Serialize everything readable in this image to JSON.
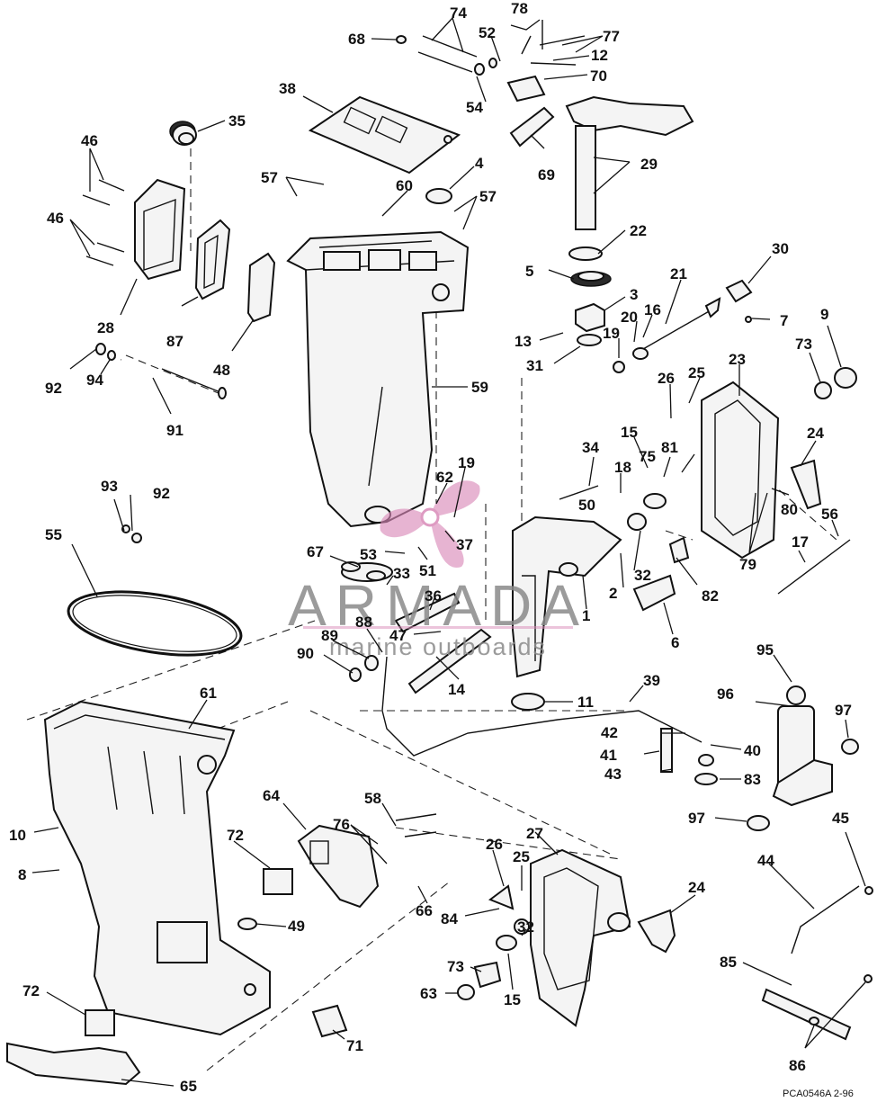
{
  "watermark": {
    "brand": "ARMADA",
    "tagline": "marine outboards",
    "logo_color": "#d98ab8"
  },
  "drawing_code": "PCA0546A   2-96",
  "callouts": {
    "c1": "1",
    "c2": "2",
    "c3": "3",
    "c4": "4",
    "c5": "5",
    "c6": "6",
    "c7": "7",
    "c8": "8",
    "c9": "9",
    "c10": "10",
    "c11": "11",
    "c12": "12",
    "c13": "13",
    "c14": "14",
    "c15a": "15",
    "c15b": "15",
    "c16": "16",
    "c17": "17",
    "c18": "18",
    "c19a": "19",
    "c19b": "19",
    "c20": "20",
    "c21": "21",
    "c22": "22",
    "c23": "23",
    "c24a": "24",
    "c24b": "24",
    "c25a": "25",
    "c25b": "25",
    "c26a": "26",
    "c26b": "26",
    "c27": "27",
    "c28": "28",
    "c29": "29",
    "c30": "30",
    "c31": "31",
    "c32a": "32",
    "c32b": "32",
    "c33": "33",
    "c34": "34",
    "c35": "35",
    "c36": "36",
    "c37": "37",
    "c38": "38",
    "c39": "39",
    "c40": "40",
    "c41": "41",
    "c42": "42",
    "c43": "43",
    "c44": "44",
    "c45": "45",
    "c46a": "46",
    "c46b": "46",
    "c47": "47",
    "c48": "48",
    "c49": "49",
    "c50": "50",
    "c51": "51",
    "c52": "52",
    "c53": "53",
    "c54": "54",
    "c55": "55",
    "c56": "56",
    "c57a": "57",
    "c57b": "57",
    "c58": "58",
    "c59": "59",
    "c60": "60",
    "c61": "61",
    "c62": "62",
    "c63": "63",
    "c64": "64",
    "c65": "65",
    "c66": "66",
    "c67": "67",
    "c68": "68",
    "c69": "69",
    "c70": "70",
    "c71": "71",
    "c72a": "72",
    "c72b": "72",
    "c73a": "73",
    "c73b": "73",
    "c74": "74",
    "c75": "75",
    "c76": "76",
    "c77": "77",
    "c78": "78",
    "c79": "79",
    "c80": "80",
    "c81": "81",
    "c82": "82",
    "c83": "83",
    "c84": "84",
    "c85": "85",
    "c86": "86",
    "c87": "87",
    "c88": "88",
    "c89": "89",
    "c90": "90",
    "c91": "91",
    "c92a": "92",
    "c92b": "92",
    "c93": "93",
    "c94": "94",
    "c95": "95",
    "c96": "96",
    "c97a": "97",
    "c97b": "97"
  }
}
